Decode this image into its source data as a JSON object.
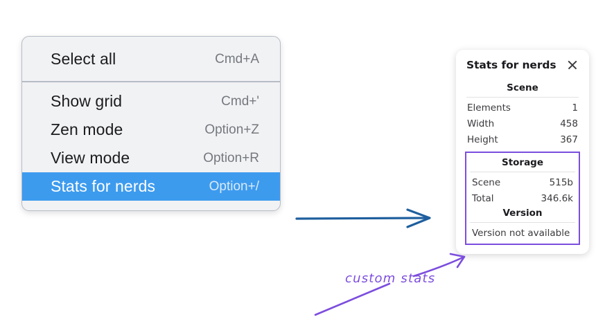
{
  "context_menu": {
    "name": "canvas-context-menu",
    "sections": [
      {
        "items": [
          {
            "label": "Select all",
            "shortcut": "Cmd+A",
            "selected": false,
            "name": "menu-item-select-all"
          }
        ]
      },
      {
        "items": [
          {
            "label": "Show grid",
            "shortcut": "Cmd+'",
            "selected": false,
            "name": "menu-item-show-grid"
          },
          {
            "label": "Zen mode",
            "shortcut": "Option+Z",
            "selected": false,
            "name": "menu-item-zen-mode"
          },
          {
            "label": "View mode",
            "shortcut": "Option+R",
            "selected": false,
            "name": "menu-item-view-mode"
          },
          {
            "label": "Stats for nerds",
            "shortcut": "Option+/",
            "selected": true,
            "name": "menu-item-stats-for-nerds"
          }
        ]
      }
    ]
  },
  "stats_panel": {
    "title": "Stats for nerds",
    "close_icon": "close-x-icon",
    "groups": [
      {
        "heading": "Scene",
        "rows": [
          {
            "key": "Elements",
            "value": "1"
          },
          {
            "key": "Width",
            "value": "458"
          },
          {
            "key": "Height",
            "value": "367"
          }
        ]
      },
      {
        "heading": "Storage",
        "highlighted": true,
        "rows": [
          {
            "key": "Scene",
            "value": "515b"
          },
          {
            "key": "Total",
            "value": "346.6k"
          }
        ]
      },
      {
        "heading": "Version",
        "highlighted": true,
        "rows": [],
        "note": "Version not available"
      }
    ]
  },
  "annotations": {
    "handwritten_label": "custom stats",
    "handwriting_color": "#7c4dde",
    "flow_arrow_color": "#1f5f9e"
  },
  "colors": {
    "menu_background": "#f1f2f4",
    "menu_border": "#b6bcc6",
    "selection_blue": "#3d9bee",
    "panel_background": "#ffffff",
    "highlight_purple": "#7c4dde",
    "arrow_blue": "#1f5f9e"
  }
}
